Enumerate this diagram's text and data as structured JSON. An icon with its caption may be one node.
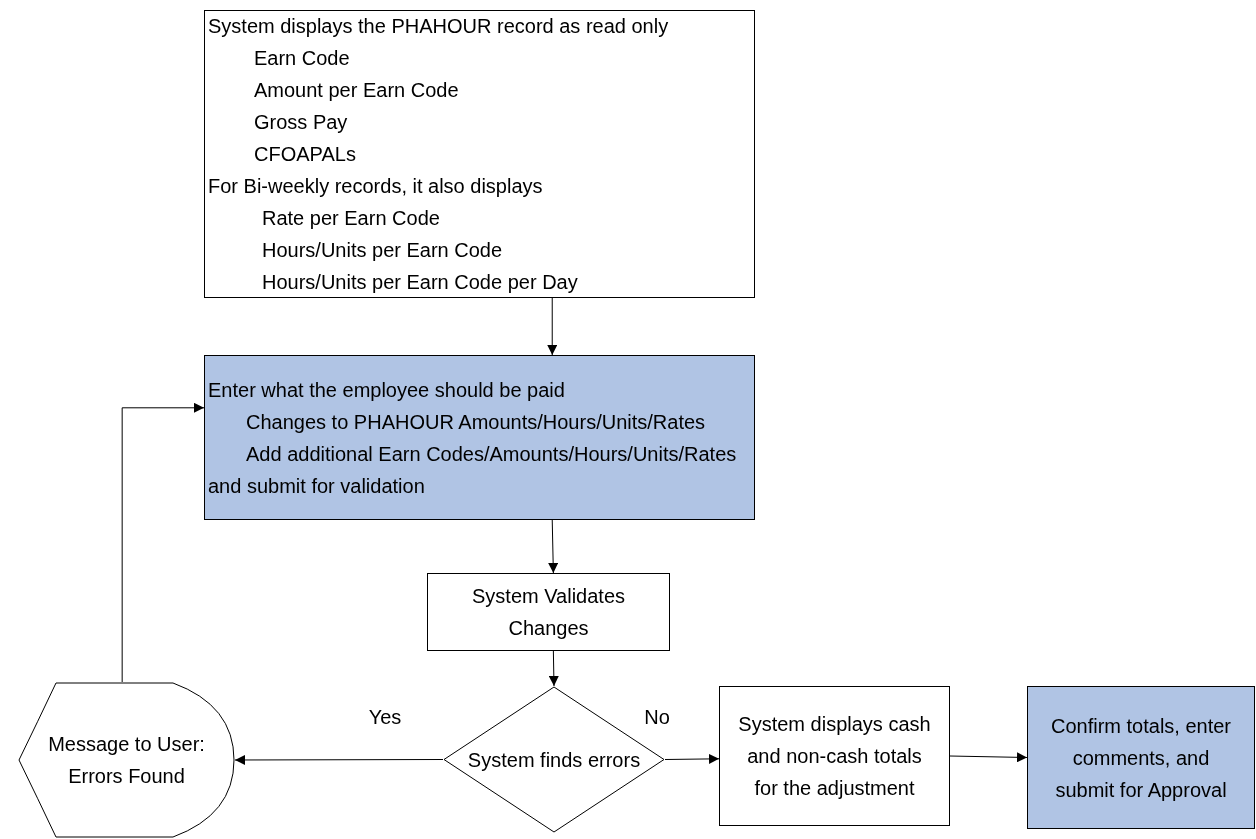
{
  "diagram": {
    "nodes": [
      {
        "text": [
          "System displays the PHAHOUR record as read only",
          "Earn Code",
          "Amount per Earn Code",
          "Gross Pay",
          "CFOAPALs",
          "For Bi-weekly records, it also displays",
          "Rate per Earn Code",
          "Hours/Units per Earn Code",
          "Hours/Units per Earn Code per Day"
        ]
      },
      {
        "text": [
          "Enter what the employee should be paid",
          "Changes to PHAHOUR Amounts/Hours/Units/Rates",
          "Add additional Earn Codes/Amounts/Hours/Units/Rates",
          "and submit for validation"
        ]
      },
      {
        "text": [
          "System Validates Changes"
        ]
      },
      {
        "text": [
          "System finds errors"
        ]
      },
      {
        "text": [
          "Message to User: Errors Found"
        ]
      },
      {
        "text": [
          "System displays cash and non-cash totals for the adjustment"
        ]
      },
      {
        "text": [
          "Confirm totals, enter comments, and submit for Approval"
        ]
      }
    ],
    "edges": [
      {
        "from": 0,
        "to": 1,
        "arrow": "to"
      },
      {
        "from": 1,
        "to": 2,
        "arrow": "to"
      },
      {
        "from": 2,
        "to": 3,
        "arrow": "to"
      },
      {
        "from": 3,
        "to": 4,
        "arrow": "to",
        "label": "Yes"
      },
      {
        "from": 3,
        "to": 5,
        "arrow": "to",
        "label": "No"
      },
      {
        "from": 5,
        "to": 6,
        "arrow": "to"
      },
      {
        "from": 4,
        "to": 1,
        "arrow": "to"
      }
    ]
  }
}
